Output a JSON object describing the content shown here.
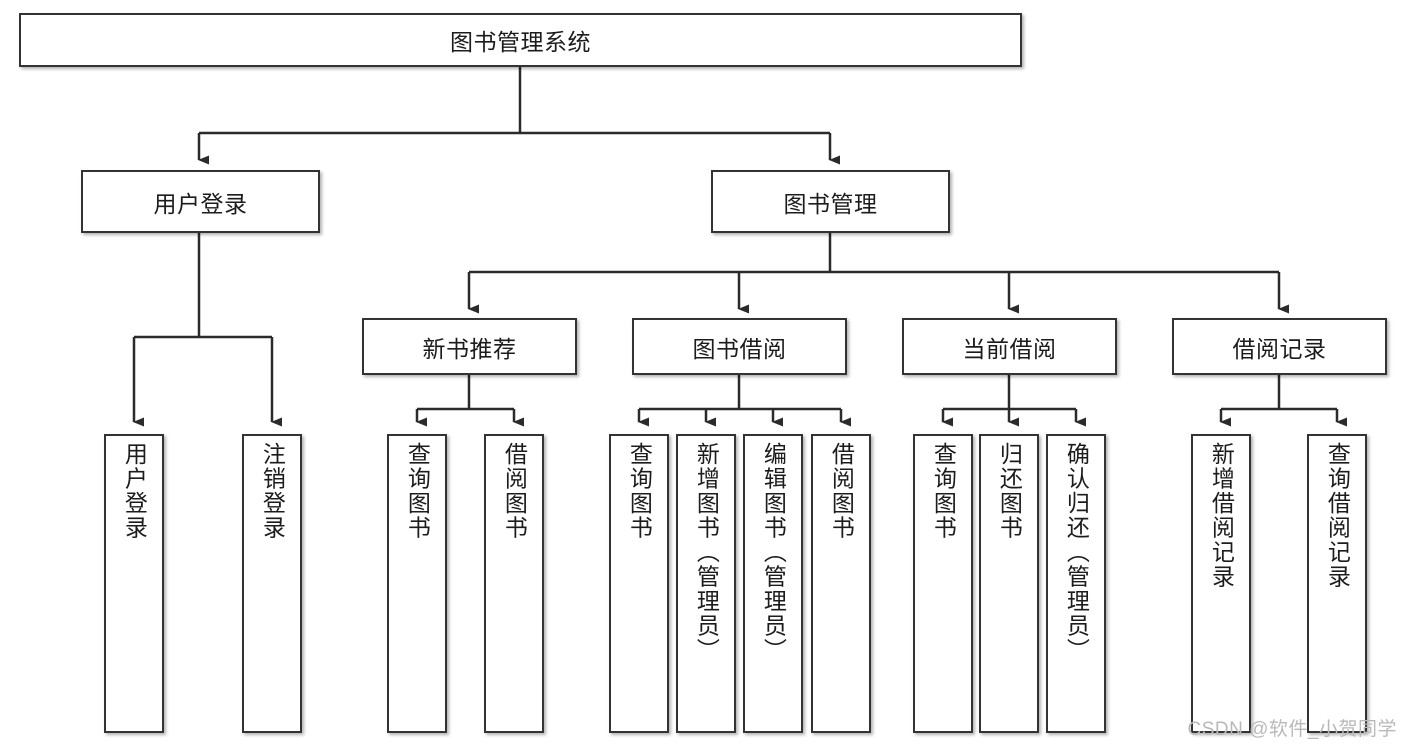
{
  "diagram": {
    "title": "图书管理系统",
    "type": "tree-hierarchy-diagram",
    "root": {
      "label": "图书管理系统"
    },
    "level1": [
      {
        "label": "用户登录"
      },
      {
        "label": "图书管理"
      }
    ],
    "level2": [
      {
        "label": "新书推荐"
      },
      {
        "label": "图书借阅"
      },
      {
        "label": "当前借阅"
      },
      {
        "label": "借阅记录"
      }
    ],
    "leaves": {
      "user_login": [
        {
          "label": "用户登录"
        },
        {
          "label": "注销登录"
        }
      ],
      "new_book_recommend": [
        {
          "label": "查询图书"
        },
        {
          "label": "借阅图书"
        }
      ],
      "book_borrow": [
        {
          "label": "查询图书"
        },
        {
          "label": "新增图书（管理员）"
        },
        {
          "label": "编辑图书（管理员）"
        },
        {
          "label": "借阅图书"
        }
      ],
      "current_borrow": [
        {
          "label": "查询图书"
        },
        {
          "label": "归还图书"
        },
        {
          "label": "确认归还（管理员）"
        }
      ],
      "borrow_record": [
        {
          "label": "新增借阅记录"
        },
        {
          "label": "查询借阅记录"
        }
      ]
    }
  },
  "watermark": {
    "text": "CSDN @软件_小贺同学"
  },
  "colors": {
    "border": "#333333",
    "text": "#1c1c1c",
    "background": "#ffffff",
    "watermark": "#b9b9b9"
  }
}
